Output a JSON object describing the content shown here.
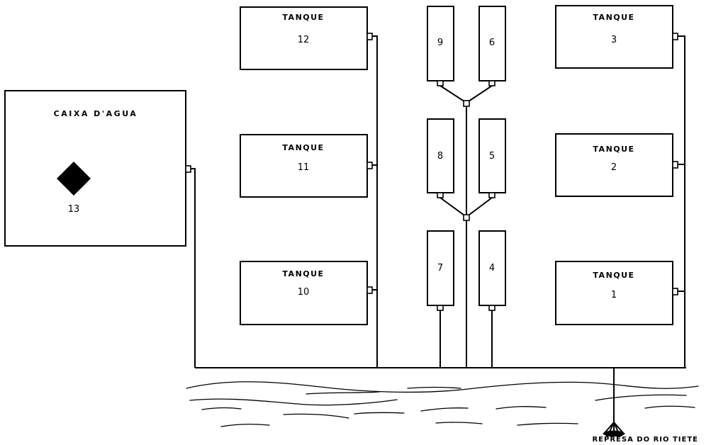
{
  "caixa": {
    "title": "CAIXA D'AGUA",
    "number": "13"
  },
  "tanks_left": [
    {
      "word": "TANQUE",
      "number": "12"
    },
    {
      "word": "TANQUE",
      "number": "11"
    },
    {
      "word": "TANQUE",
      "number": "10"
    }
  ],
  "tanks_right": [
    {
      "word": "TANQUE",
      "number": "3"
    },
    {
      "word": "TANQUE",
      "number": "2"
    },
    {
      "word": "TANQUE",
      "number": "1"
    }
  ],
  "small_tanks": [
    "9",
    "6",
    "8",
    "5",
    "7",
    "4"
  ],
  "river_label": "REPRESA DO RIO TIETE"
}
